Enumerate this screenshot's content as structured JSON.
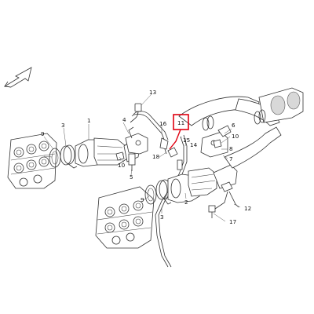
{
  "diagram": {
    "callouts": [
      {
        "id": "c1",
        "text": "1"
      },
      {
        "id": "c2",
        "text": "2"
      },
      {
        "id": "c3a",
        "text": "3"
      },
      {
        "id": "c3b",
        "text": "3"
      },
      {
        "id": "c4",
        "text": "4"
      },
      {
        "id": "c5",
        "text": "5"
      },
      {
        "id": "c6",
        "text": "6"
      },
      {
        "id": "c7",
        "text": "7"
      },
      {
        "id": "c8",
        "text": "8"
      },
      {
        "id": "c9a",
        "text": "9"
      },
      {
        "id": "c9b",
        "text": "9"
      },
      {
        "id": "c10a",
        "text": "10"
      },
      {
        "id": "c10b",
        "text": "10"
      },
      {
        "id": "c11",
        "text": "11"
      },
      {
        "id": "c12",
        "text": "12"
      },
      {
        "id": "c13",
        "text": "13"
      },
      {
        "id": "c14",
        "text": "14"
      },
      {
        "id": "c15",
        "text": "15"
      },
      {
        "id": "c16",
        "text": "16"
      },
      {
        "id": "c17",
        "text": "17"
      },
      {
        "id": "c18",
        "text": "18"
      }
    ],
    "highlight": {
      "callout": "11",
      "color": "#e0000f"
    },
    "line_color": "#333333"
  }
}
